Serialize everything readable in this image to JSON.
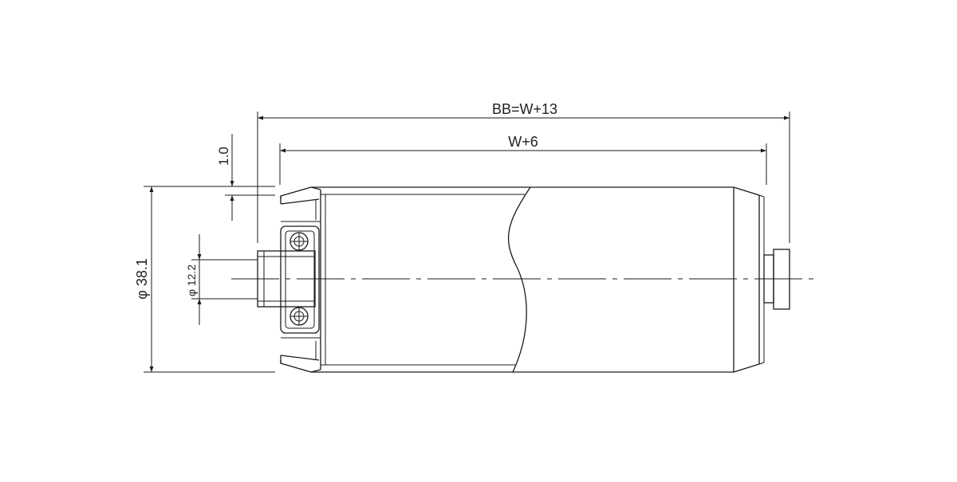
{
  "dimensions": {
    "overall_length": "BB=W+13",
    "tube_length": "W+6",
    "wall_thickness": "1.0",
    "roller_diameter": "φ 38.1",
    "bore_diameter": "φ 12.2"
  }
}
